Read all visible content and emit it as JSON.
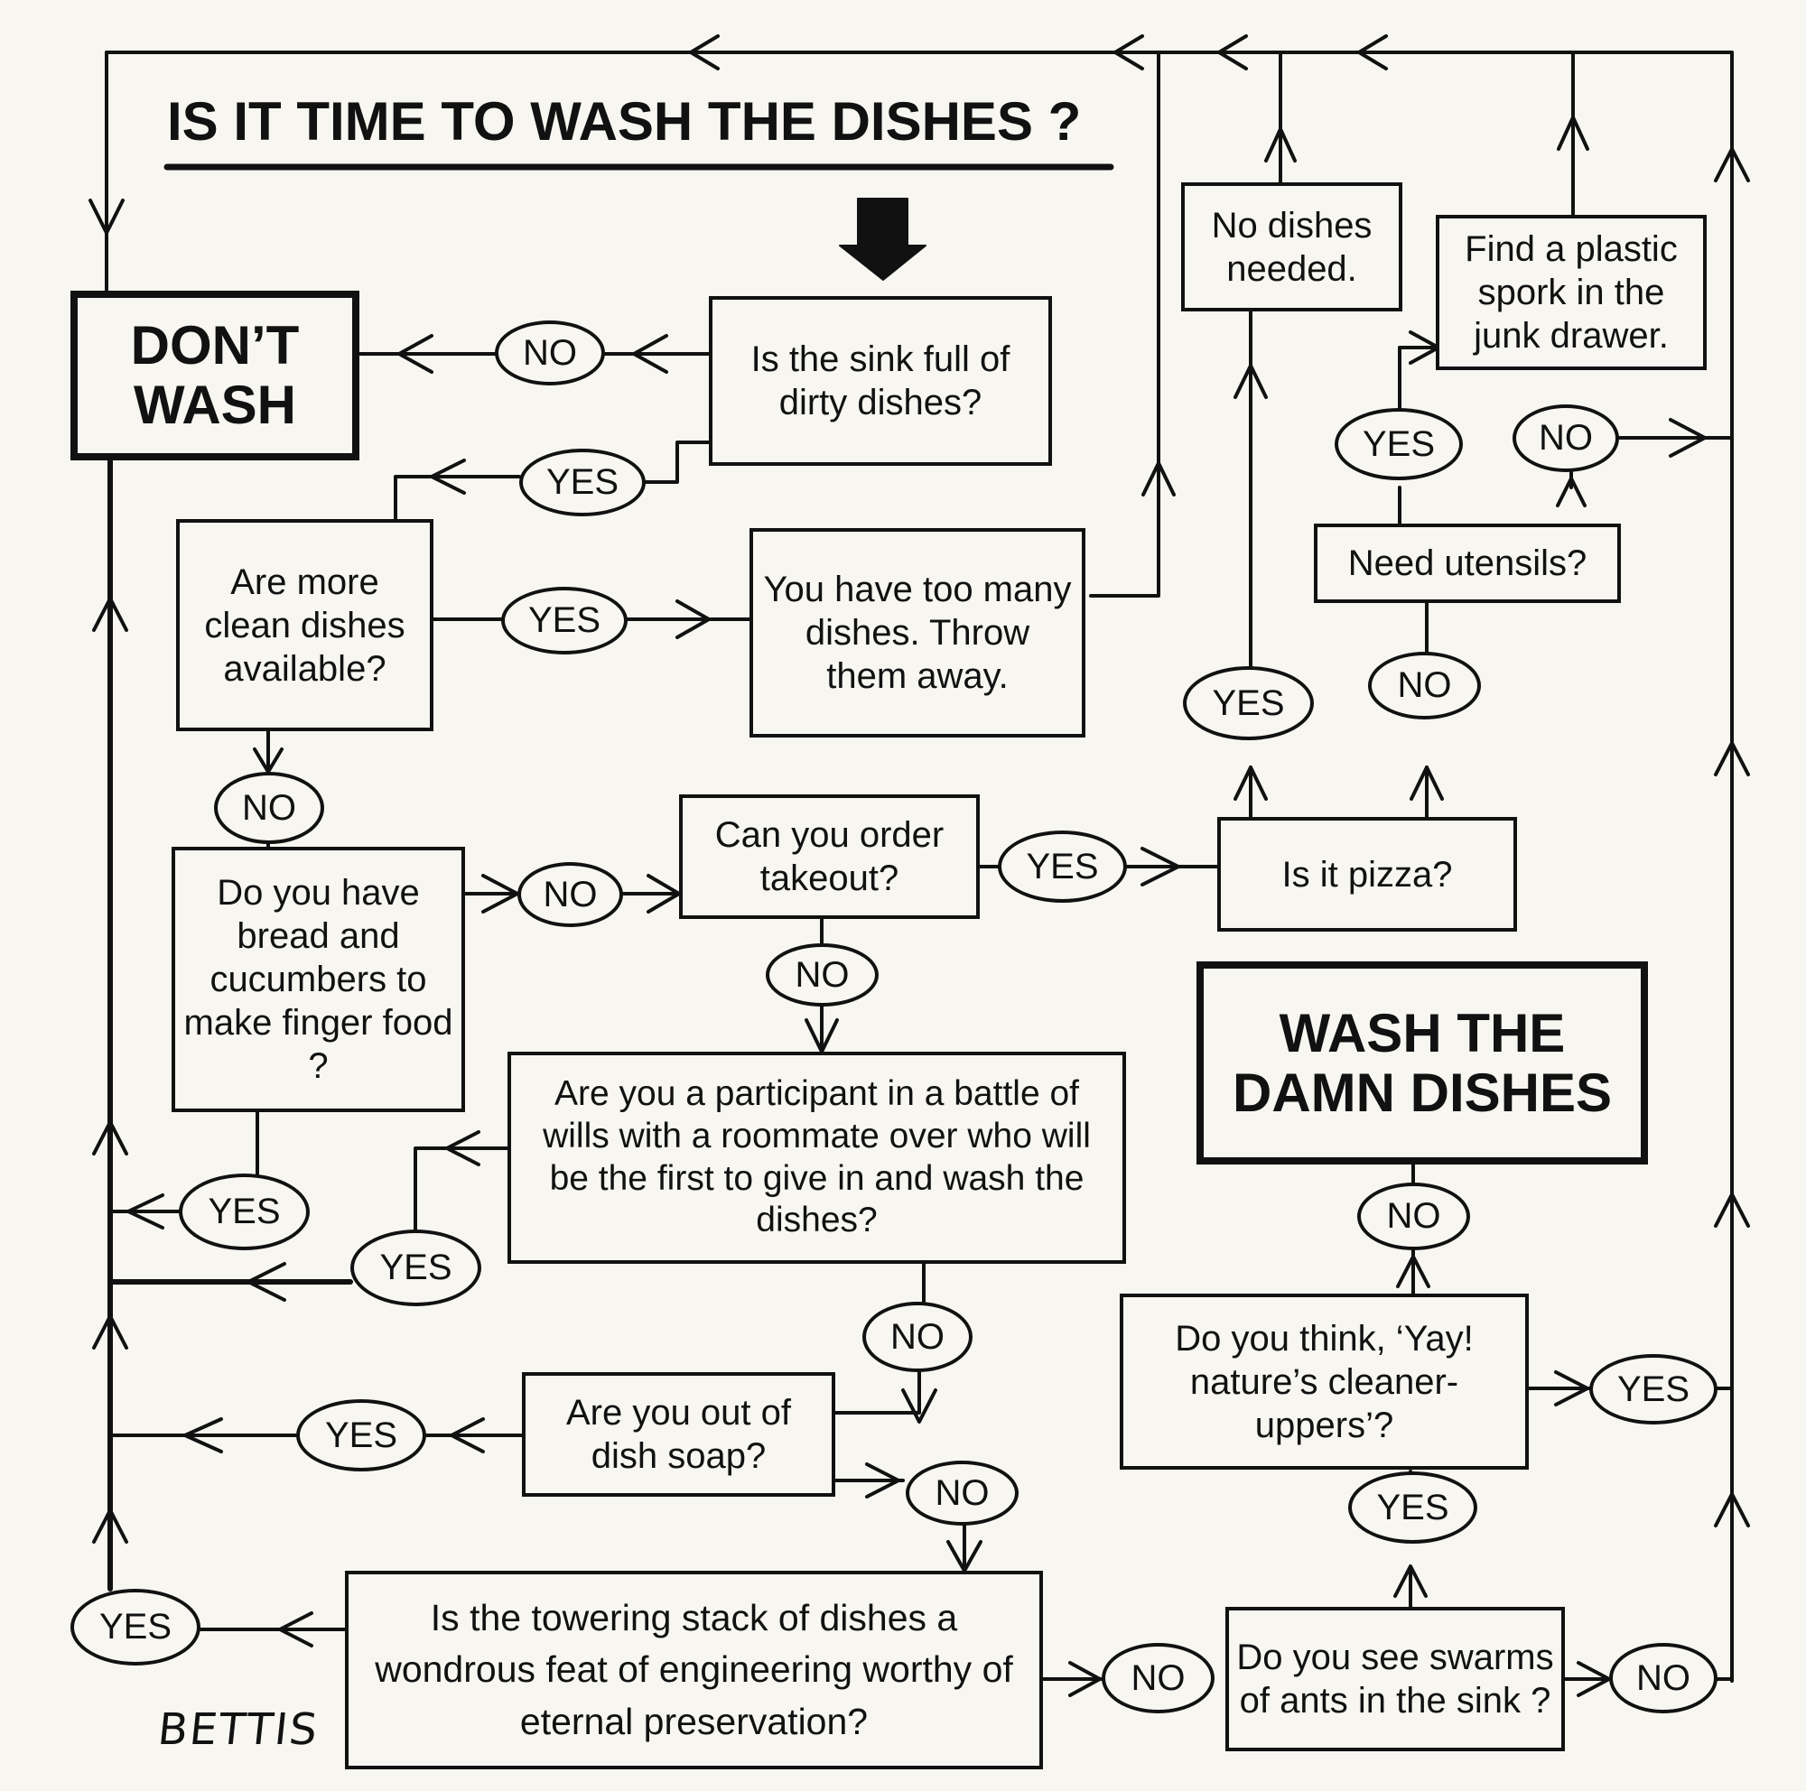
{
  "title": "IS IT TIME TO WASH THE DISHES ?",
  "signature": "BETTIS",
  "terminals": {
    "dont_wash": "DON’T WASH",
    "wash": "WASH THE DAMN DISHES"
  },
  "questions": {
    "sink_full": "Is the sink full of dirty dishes?",
    "more_clean": "Are more clean dishes available?",
    "too_many": "You have too many dishes. Throw them away.",
    "no_dishes_needed": "No dishes needed.",
    "plastic_spork": "Find a plastic spork in the junk drawer.",
    "need_utensils": "Need utensils?",
    "bread_cucumbers": "Do you have bread and cucumbers to make finger food ?",
    "order_takeout": "Can you order takeout?",
    "is_pizza": "Is it pizza?",
    "battle_of_wills": "Are you a participant in a battle of wills with a roommate over who will be the first to give in and wash the dishes?",
    "out_of_soap": "Are you out of dish soap?",
    "towering_stack": "Is the towering stack of dishes a wondrous feat of engineering worthy of eternal preservation?",
    "see_ants": "Do you see swarms of ants in the sink ?",
    "natures_cleaners": "Do you think, ‘Yay! nature’s cleaner-uppers’?"
  },
  "answers": {
    "yes": "YES",
    "no": "NO"
  }
}
